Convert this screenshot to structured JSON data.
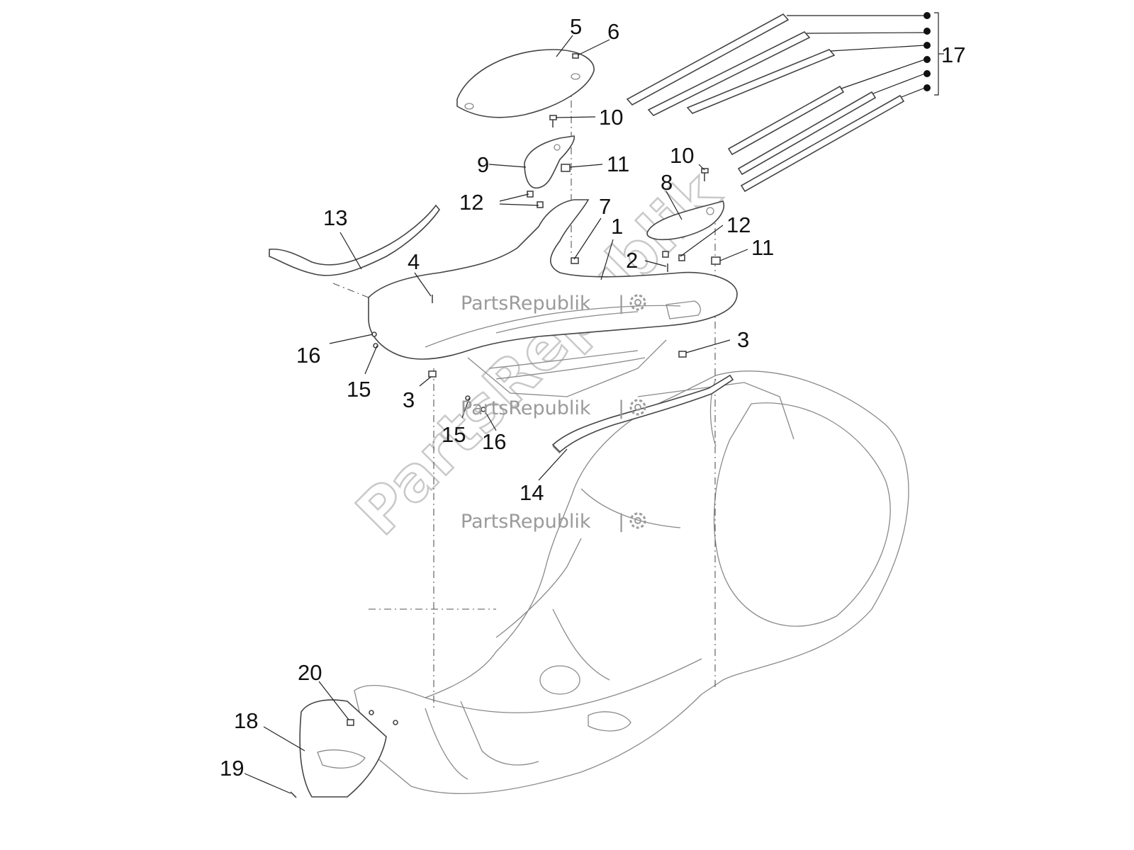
{
  "callouts": [
    {
      "label": "5"
    },
    {
      "label": "6"
    },
    {
      "label": "10"
    },
    {
      "label": "9"
    },
    {
      "label": "11"
    },
    {
      "label": "12"
    },
    {
      "label": "13"
    },
    {
      "label": "7"
    },
    {
      "label": "1"
    },
    {
      "label": "4"
    },
    {
      "label": "10"
    },
    {
      "label": "8"
    },
    {
      "label": "12"
    },
    {
      "label": "2"
    },
    {
      "label": "11"
    },
    {
      "label": "3"
    },
    {
      "label": "16"
    },
    {
      "label": "15"
    },
    {
      "label": "3"
    },
    {
      "label": "15"
    },
    {
      "label": "16"
    },
    {
      "label": "14"
    },
    {
      "label": "17"
    },
    {
      "label": "20"
    },
    {
      "label": "18"
    },
    {
      "label": "19"
    }
  ],
  "watermark": {
    "brand": "PartsRepublik",
    "separator": "|",
    "gear_icon": "gear-icon"
  },
  "colors": {
    "line": "#444444",
    "watermark": "#9a9a9a",
    "background": "#ffffff"
  }
}
